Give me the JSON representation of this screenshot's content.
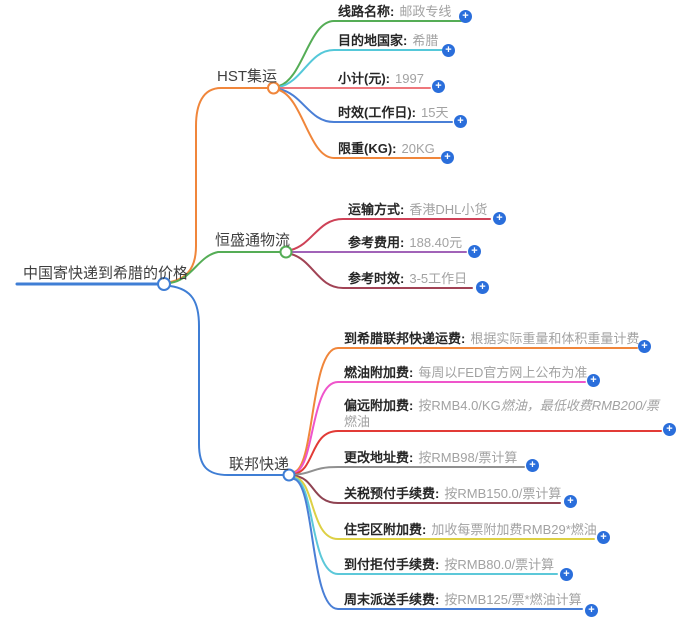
{
  "background_color": "#ffffff",
  "strings": {
    "colon": ":"
  },
  "icons": {
    "add_glyph": "+",
    "add_background": "#2a6edb"
  },
  "root": {
    "label": "中国寄快递到希腊的价格",
    "color": "#3f7ed5"
  },
  "branches": [
    {
      "label": "HST集运",
      "color": "#f0863b",
      "children": [
        {
          "label": "线路名称",
          "value": "邮政专线",
          "color": "#55ad56"
        },
        {
          "label": "目的地国家",
          "value": "希腊",
          "color": "#55c8d9"
        },
        {
          "label": "小计(元)",
          "value": "1997",
          "color": "#ee777c"
        },
        {
          "label": "时效(工作日)",
          "value": "15天",
          "color": "#4a7fd6"
        },
        {
          "label": "限重(KG)",
          "value": "20KG",
          "color": "#f0863b"
        }
      ]
    },
    {
      "label": "恒盛通物流",
      "color": "#55ad56",
      "children": [
        {
          "label": "运输方式",
          "value": "香港DHL小货",
          "color": "#ce4257"
        },
        {
          "label": "参考费用",
          "value": "188.40元",
          "color": "#a163b8"
        },
        {
          "label": "参考时效",
          "value": "3-5工作日",
          "color": "#a14355"
        }
      ]
    },
    {
      "label": "联邦快递",
      "color": "#3f7ed5",
      "children": [
        {
          "label": "到希腊联邦快递运费",
          "value": "根据实际重量和体积重量计费",
          "color": "#f0863b"
        },
        {
          "label": "燃油附加费",
          "value": "每周以FED官方网上公布为准",
          "color": "#ef55cb"
        },
        {
          "label": "偏远附加费",
          "value": "按RMB4.0/KG燃油，最低收费RMB200/票燃油",
          "value_parts": {
            "pre": "按RMB4.0/KG",
            "italic": "燃油，最低收费RMB200/票",
            "post": "燃油"
          },
          "color": "#e23b36"
        },
        {
          "label": "更改地址费",
          "value": "按RMB98/票计算",
          "color": "#909090"
        },
        {
          "label": "关税预付手续费",
          "value": "按RMB150.0/票计算",
          "color": "#8f4352"
        },
        {
          "label": "住宅区附加费",
          "value": "加收每票附加费RMB29*燃油",
          "color": "#ddd045"
        },
        {
          "label": "到付拒付手续费",
          "value": "按RMB80.0/票计算",
          "color": "#5cc8d9"
        },
        {
          "label": "周末派送手续费",
          "value": "按RMB125/票*燃油计算",
          "color": "#4a7fd6"
        }
      ]
    }
  ]
}
